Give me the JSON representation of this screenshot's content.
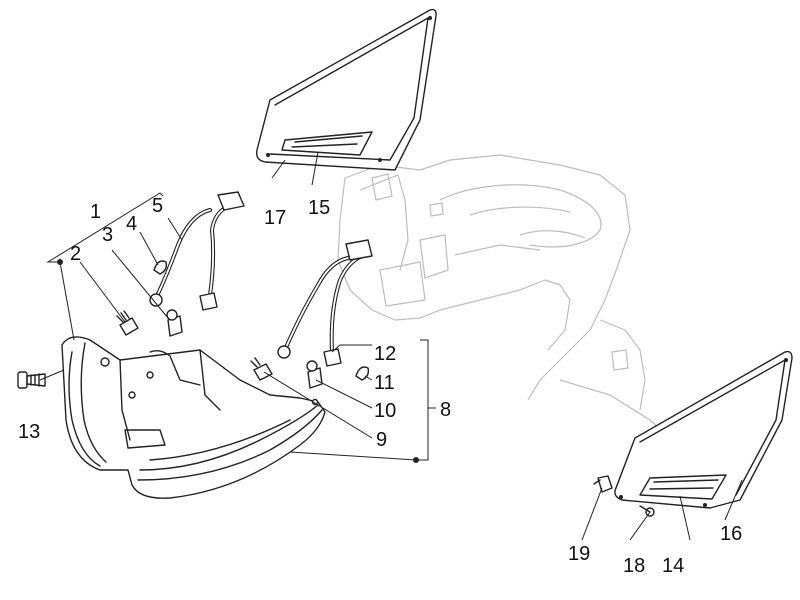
{
  "callouts": {
    "c1": "1",
    "c2": "2",
    "c3": "3",
    "c4": "4",
    "c5": "5",
    "c8": "8",
    "c9": "9",
    "c10": "10",
    "c11": "11",
    "c12": "12",
    "c13": "13",
    "c14": "14",
    "c15": "15",
    "c16": "16",
    "c17": "17",
    "c18": "18",
    "c19": "19"
  },
  "colors": {
    "line": "#222222",
    "ghost_line": "#bdbdbd",
    "background": "#ffffff"
  }
}
